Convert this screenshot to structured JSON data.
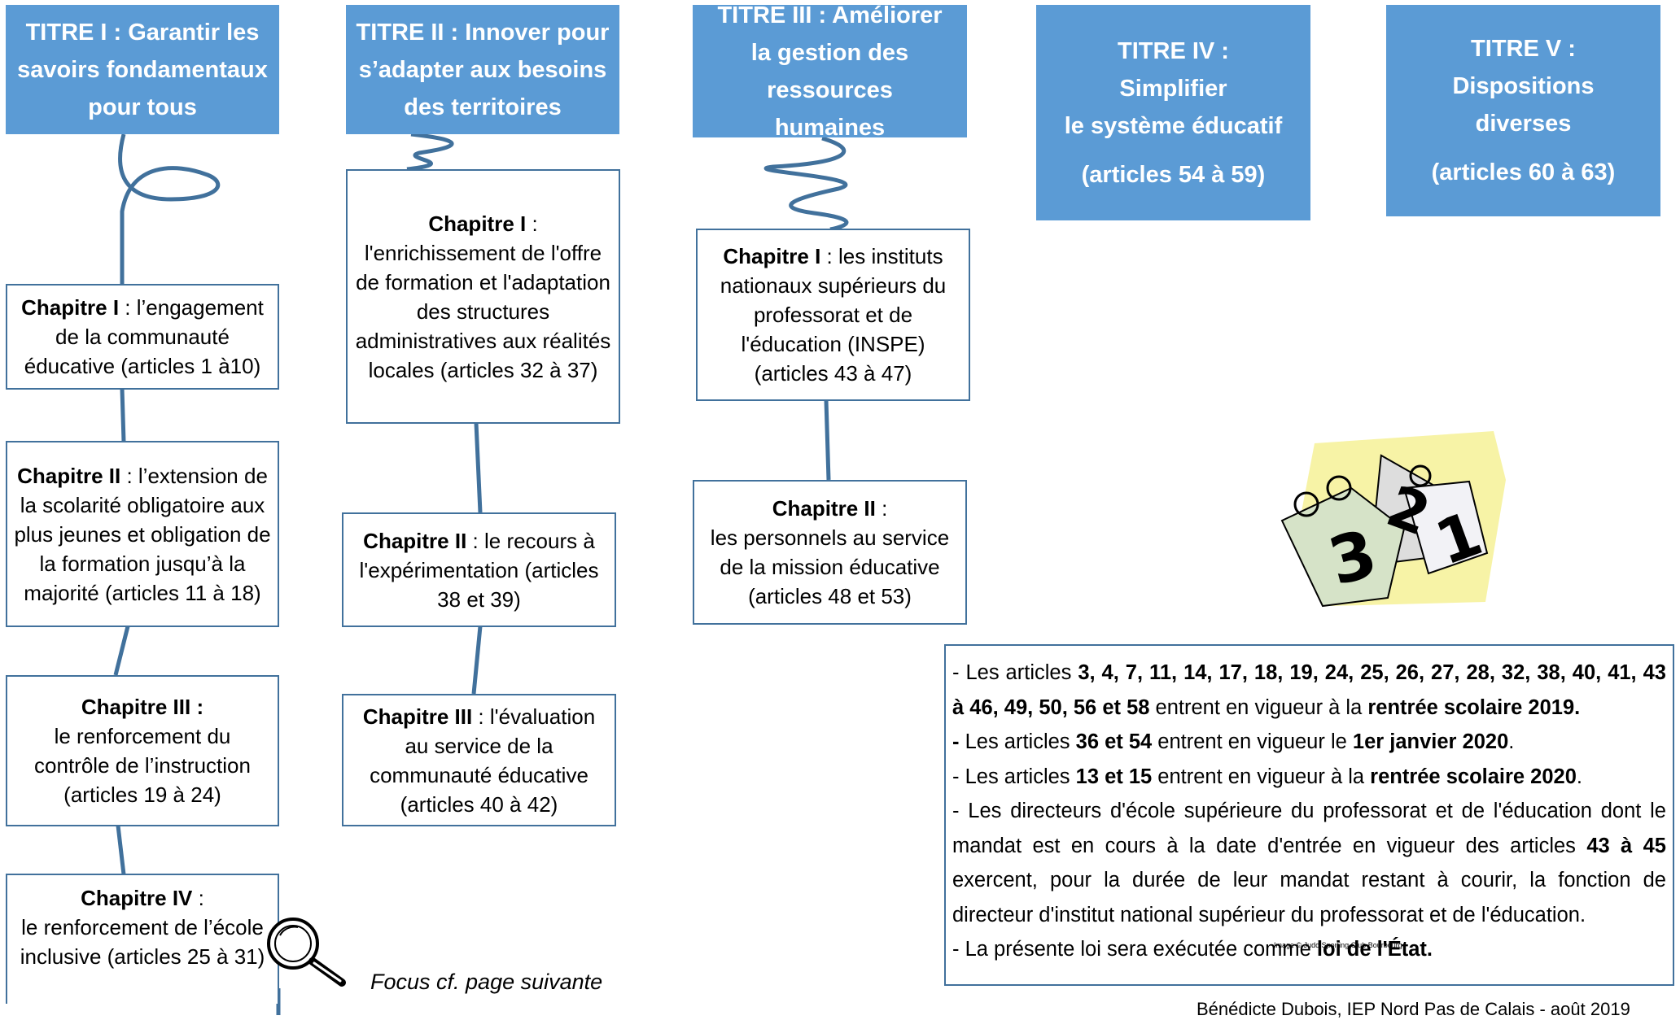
{
  "titres": [
    {
      "label": "TITRE I : Garantir les savoirs fondamentaux pour tous"
    },
    {
      "label": "TITRE II : Innover pour s’adapter aux besoins des territoires"
    },
    {
      "label": "TITRE III : Améliorer la gestion des ressources humaines"
    },
    {
      "line1": "TITRE IV :",
      "line2": "Simplifier",
      "line3": "le système éducatif",
      "articles": "(articles 54 à 59)"
    },
    {
      "line1": "TITRE V :",
      "line2": "Dispositions",
      "line3": "diverses",
      "articles": "(articles 60 à 63)"
    }
  ],
  "chapitres": {
    "t1": [
      {
        "head": "Chapitre I",
        "text": " : l’engagement de la communauté éducative (articles 1 à10)"
      },
      {
        "head": "Chapitre II",
        "text": " : l’extension de la scolarité obligatoire aux plus jeunes et obligation de la formation jusqu’à la majorité (articles 11 à 18)"
      },
      {
        "head": "Chapitre III :",
        "text": "le renforcement du contrôle de l’instruction (articles 19 à 24)"
      },
      {
        "head": "Chapitre IV",
        "text": " :",
        "text2": "le renforcement de l’école inclusive (articles 25 à 31)"
      }
    ],
    "t2": [
      {
        "head": "Chapitre I",
        "text": " :",
        "text2": "l'enrichissement de l'offre de formation et l'adaptation des structures administratives aux réalités locales (articles 32 à 37)"
      },
      {
        "head": "Chapitre II",
        "text": " :  le recours à l'expérimentation (articles 38 et 39)"
      },
      {
        "head": "Chapitre III",
        "text": " :  l'évaluation au service de la communauté éducative (articles 40 à 42)"
      }
    ],
    "t3": [
      {
        "head": "Chapitre I",
        "text": " : les instituts nationaux supérieurs du professorat et de l'éducation (INSPE) (articles 43 à 47)"
      },
      {
        "head": "Chapitre II",
        "text": " :",
        "text2": "les personnels au service de la mission éducative (articles 48 et 53)"
      }
    ]
  },
  "notes": {
    "n1a": "- Les articles ",
    "n1b": "3, 4, 7, 11, 14, 17, 18, 19, 24, 25, 26, 27, 28, 32, 38, 40, 41, 43 à 46, 49, 50, 56 et 58",
    "n1c": " entrent en vigueur à la ",
    "n1d": "rentrée scolaire 2019.",
    "n2a": "-",
    "n2b": " Les articles ",
    "n2c": "36 et 54",
    "n2d": " entrent en vigueur le ",
    "n2e": "1er janvier 2020",
    "n2f": ".",
    "n3a": "- Les articles ",
    "n3b": "13 et 15",
    "n3c": " entrent en vigueur à la ",
    "n3d": "rentrée scolaire 2020",
    "n3e": ".",
    "n4a": "- Les directeurs d'école supérieure du professorat et de l'éducation dont le mandat est en cours à la date d'entrée en vigueur des articles ",
    "n4b": "43 à 45",
    "n4c": " exercent, pour la durée de leur mandat restant à courir, la fonction de directeur d'institut national supérieur du professorat et de l'éducation.",
    "n5a": "- La présente loi sera exécutée comme ",
    "n5b": "loi de l'État."
  },
  "image_credit": "Image © Judo Sporting Club Bourbourg",
  "calendar": {
    "digits": [
      "3",
      "2",
      "1"
    ]
  },
  "focus_text": "Focus cf. page suivante",
  "author": "Bénédicte Dubois, IEP Nord Pas de Calais - août 2019",
  "colors": {
    "title_bg": "#5b9bd5",
    "border": "#41719c"
  }
}
